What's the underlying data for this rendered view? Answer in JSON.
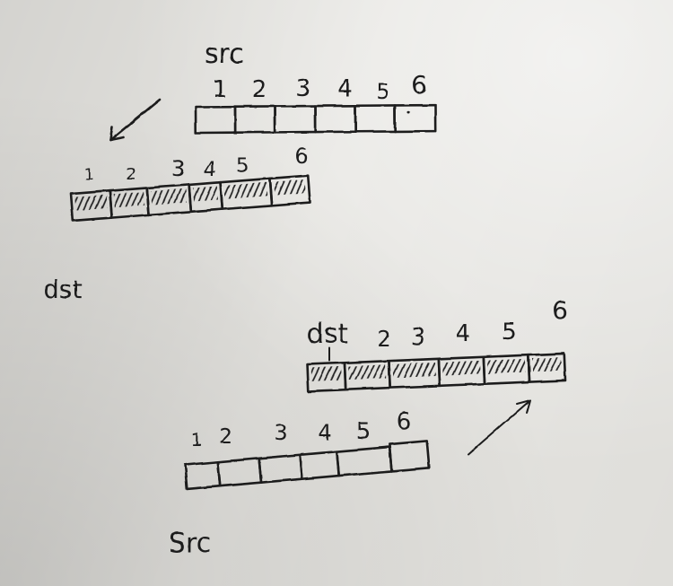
{
  "colors": {
    "ink": "#1d1d1f",
    "paper": "#e6e5e1"
  },
  "upper_example": {
    "src": {
      "label": "src",
      "indices": [
        "1",
        "2",
        "3",
        "4",
        "5",
        "6"
      ]
    },
    "dst": {
      "label": "dst",
      "indices": [
        "1",
        "2",
        "3",
        "4",
        "5",
        "6"
      ]
    }
  },
  "lower_example": {
    "dst": {
      "label": "dst",
      "indices": [
        "2",
        "3",
        "4",
        "5",
        "6"
      ]
    },
    "src": {
      "label": "Src",
      "indices": [
        "1",
        "2",
        "3",
        "4",
        "5",
        "6"
      ]
    }
  }
}
